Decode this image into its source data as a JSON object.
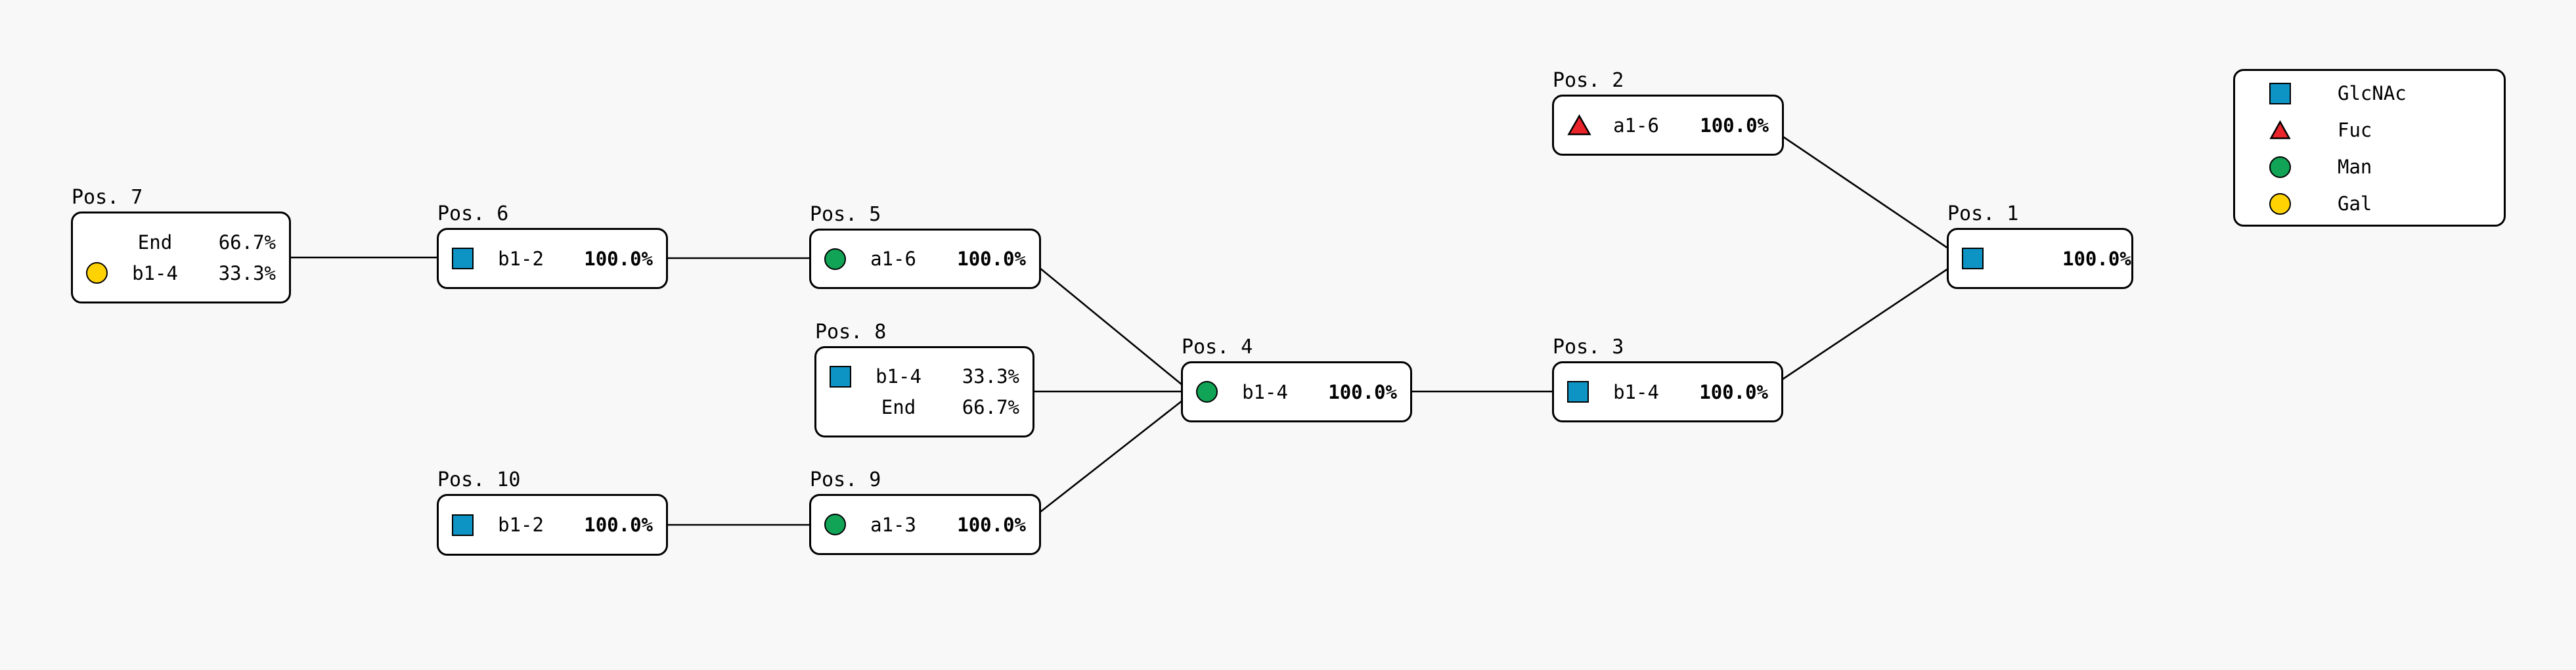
{
  "colors": {
    "background": "#f8f8f8",
    "box_fill": "#ffffff",
    "box_border": "#000000",
    "edge_color": "#000000",
    "glcnac_blue": "#0e93c5",
    "fuc_red": "#e9242a",
    "man_green": "#12a456",
    "gal_yellow": "#ffd203"
  },
  "nodes": [
    {
      "label": "Pos. 1",
      "rows": [
        {
          "icon": "glcnac-square",
          "linkage": "",
          "pct": "100.0%",
          "bold": true
        }
      ]
    },
    {
      "label": "Pos. 2",
      "rows": [
        {
          "icon": "fuc-triangle",
          "linkage": "a1-6",
          "pct": "100.0%",
          "bold": true
        }
      ]
    },
    {
      "label": "Pos. 3",
      "rows": [
        {
          "icon": "glcnac-square",
          "linkage": "b1-4",
          "pct": "100.0%",
          "bold": true
        }
      ]
    },
    {
      "label": "Pos. 4",
      "rows": [
        {
          "icon": "man-circle",
          "linkage": "b1-4",
          "pct": "100.0%",
          "bold": true
        }
      ]
    },
    {
      "label": "Pos. 5",
      "rows": [
        {
          "icon": "man-circle",
          "linkage": "a1-6",
          "pct": "100.0%",
          "bold": true
        }
      ]
    },
    {
      "label": "Pos. 6",
      "rows": [
        {
          "icon": "glcnac-square",
          "linkage": "b1-2",
          "pct": "100.0%",
          "bold": true
        }
      ]
    },
    {
      "label": "Pos. 7",
      "rows": [
        {
          "icon": null,
          "linkage": "End",
          "pct": "66.7%",
          "bold": false
        },
        {
          "icon": "gal-circle",
          "linkage": "b1-4",
          "pct": "33.3%",
          "bold": false
        }
      ]
    },
    {
      "label": "Pos. 8",
      "rows": [
        {
          "icon": "glcnac-square",
          "linkage": "b1-4",
          "pct": "33.3%",
          "bold": false
        },
        {
          "icon": null,
          "linkage": "End",
          "pct": "66.7%",
          "bold": false
        }
      ]
    },
    {
      "label": "Pos. 9",
      "rows": [
        {
          "icon": "man-circle",
          "linkage": "a1-3",
          "pct": "100.0%",
          "bold": true
        }
      ]
    },
    {
      "label": "Pos. 10",
      "rows": [
        {
          "icon": "glcnac-square",
          "linkage": "b1-2",
          "pct": "100.0%",
          "bold": true
        }
      ]
    }
  ],
  "edges": [
    {
      "from": "Pos. 7",
      "to": "Pos. 6"
    },
    {
      "from": "Pos. 6",
      "to": "Pos. 5"
    },
    {
      "from": "Pos. 5",
      "to": "Pos. 4"
    },
    {
      "from": "Pos. 8",
      "to": "Pos. 4"
    },
    {
      "from": "Pos. 9",
      "to": "Pos. 4"
    },
    {
      "from": "Pos. 10",
      "to": "Pos. 9"
    },
    {
      "from": "Pos. 4",
      "to": "Pos. 3"
    },
    {
      "from": "Pos. 3",
      "to": "Pos. 1"
    },
    {
      "from": "Pos. 2",
      "to": "Pos. 1"
    }
  ],
  "legend": {
    "items": [
      {
        "icon": "glcnac-square",
        "label": "GlcNAc"
      },
      {
        "icon": "fuc-triangle",
        "label": "Fuc"
      },
      {
        "icon": "man-circle",
        "label": "Man"
      },
      {
        "icon": "gal-circle",
        "label": "Gal"
      }
    ]
  }
}
